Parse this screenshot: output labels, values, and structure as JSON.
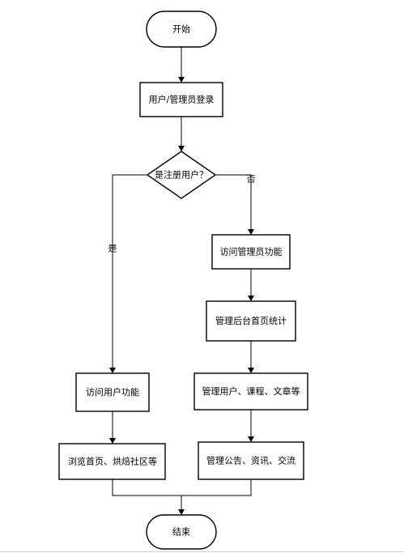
{
  "flowchart": {
    "start": "开始",
    "login": "用户/管理员登录",
    "decision": "是注册用户？",
    "yes_label": "是",
    "no_label": "否",
    "admin_access": "访问管理员功能",
    "admin_stats": "管理后台首页统计",
    "admin_manage_users": "管理用户、课程、文章等",
    "admin_manage_notices": "管理公告、资讯、交流",
    "user_access": "访问用户功能",
    "user_browse": "浏览首页、烘焙社区等",
    "end": "结束"
  }
}
